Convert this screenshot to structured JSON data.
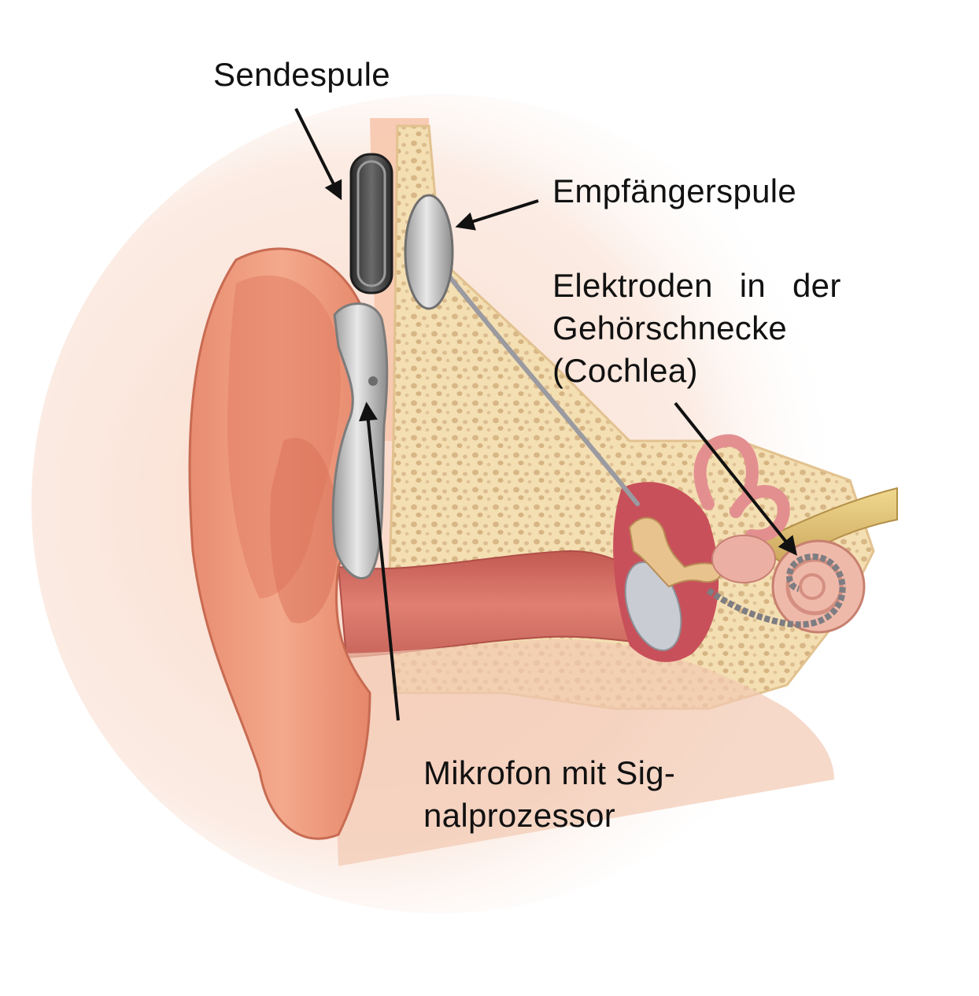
{
  "labels": {
    "sendespule": "Sendespule",
    "empfaengerspule": "Empfängerspule",
    "elektroden_line1": "Elektroden in der",
    "elektroden_line2": "Gehörschnecke",
    "elektroden_line3": "(Cochlea)",
    "mikrofon_line1": "Mikrofon mit Sig-",
    "mikrofon_line2": "nalprozessor"
  },
  "colors": {
    "background": "#ffffff",
    "skin": "#f2a487",
    "skin_dark": "#c8684f",
    "canal": "#d9786a",
    "bone": "#f4dfb3",
    "bone_pore": "#d9b98a",
    "device_metal": "#b9b9b9",
    "device_dark": "#3b3b3b",
    "nerve": "#e3c477",
    "inner_ear": "#e9a79a",
    "arrow": "#111111",
    "text": "#111111"
  }
}
